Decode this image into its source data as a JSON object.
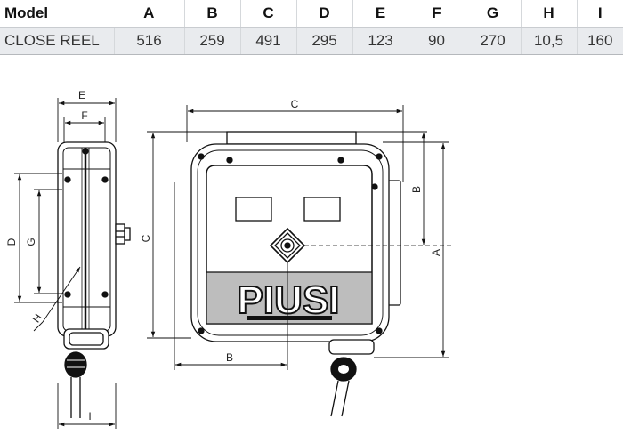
{
  "table": {
    "headers": [
      "Model",
      "A",
      "B",
      "C",
      "D",
      "E",
      "F",
      "G",
      "H",
      "I"
    ],
    "rows": [
      [
        "CLOSE REEL",
        "516",
        "259",
        "491",
        "295",
        "123",
        "90",
        "270",
        "10,5",
        "160"
      ]
    ]
  },
  "drawing": {
    "side_view_labels": {
      "e": "E",
      "f": "F",
      "d": "D",
      "g": "G",
      "h": "H",
      "i": "I"
    },
    "front_view_labels": {
      "c_top": "C",
      "c_left": "C",
      "b_right": "B",
      "a": "A",
      "b_bottom": "B"
    },
    "logo_text": "PIUSI"
  }
}
